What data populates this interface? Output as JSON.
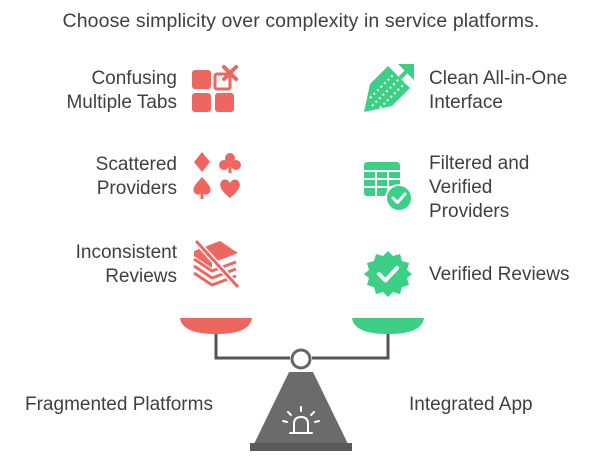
{
  "title": "Choose simplicity over complexity in service platforms.",
  "left_side": {
    "label": "Fragmented Platforms",
    "color": "#ee6660",
    "items": [
      {
        "line1": "Confusing",
        "line2": "Multiple Tabs",
        "icon": "tabs-close-icon"
      },
      {
        "line1": "Scattered",
        "line2": "Providers",
        "icon": "card-suits-icon"
      },
      {
        "line1": "Inconsistent",
        "line2": "Reviews",
        "icon": "books-slashed-icon"
      }
    ]
  },
  "right_side": {
    "label": "Integrated App",
    "color": "#3ccf86",
    "items": [
      {
        "line1": "Clean All-in-One",
        "line2": "Interface",
        "icon": "expand-arrow-icon"
      },
      {
        "line1": "Filtered and",
        "line2": "Verified",
        "line3": "Providers",
        "icon": "table-check-icon"
      },
      {
        "line1": "Verified Reviews",
        "icon": "verified-badge-icon"
      }
    ]
  },
  "scale_color": "#5a5a5a"
}
